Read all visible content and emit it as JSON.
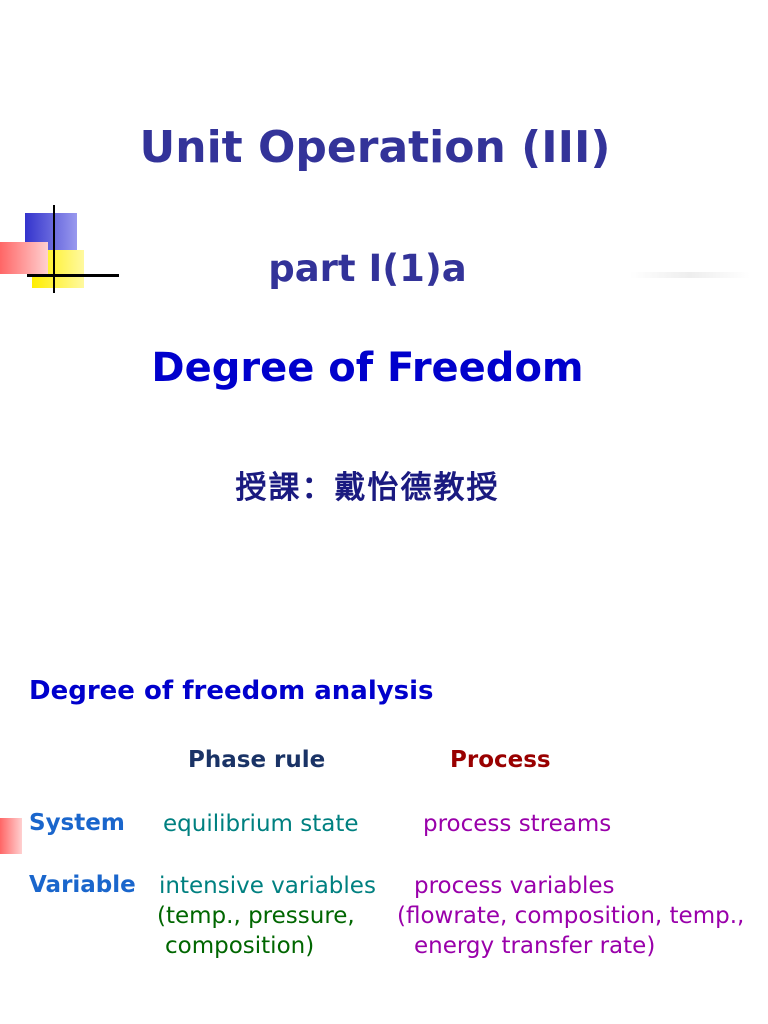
{
  "title": "Unit Operation (III)",
  "part": "part I(1)a",
  "subtitle": "Degree of Freedom",
  "instructor": "授課：戴怡德教授",
  "section_heading": "Degree of freedom analysis",
  "columns": {
    "phase_rule": "Phase rule",
    "process": "Process"
  },
  "rows": {
    "system": {
      "label": "System",
      "phase": "equilibrium state",
      "process": "process streams"
    },
    "variable": {
      "label": "Variable",
      "phase_lines": [
        "intensive variables",
        "(temp., pressure,",
        "composition)"
      ],
      "process_lines": [
        "process variables",
        "(flowrate, composition, temp.,",
        "energy transfer rate)"
      ]
    }
  },
  "colors": {
    "title": "#333399",
    "accent": "#0000cc",
    "teal": "#008080",
    "purple": "#9900aa",
    "green": "#006600",
    "red": "#990000"
  }
}
